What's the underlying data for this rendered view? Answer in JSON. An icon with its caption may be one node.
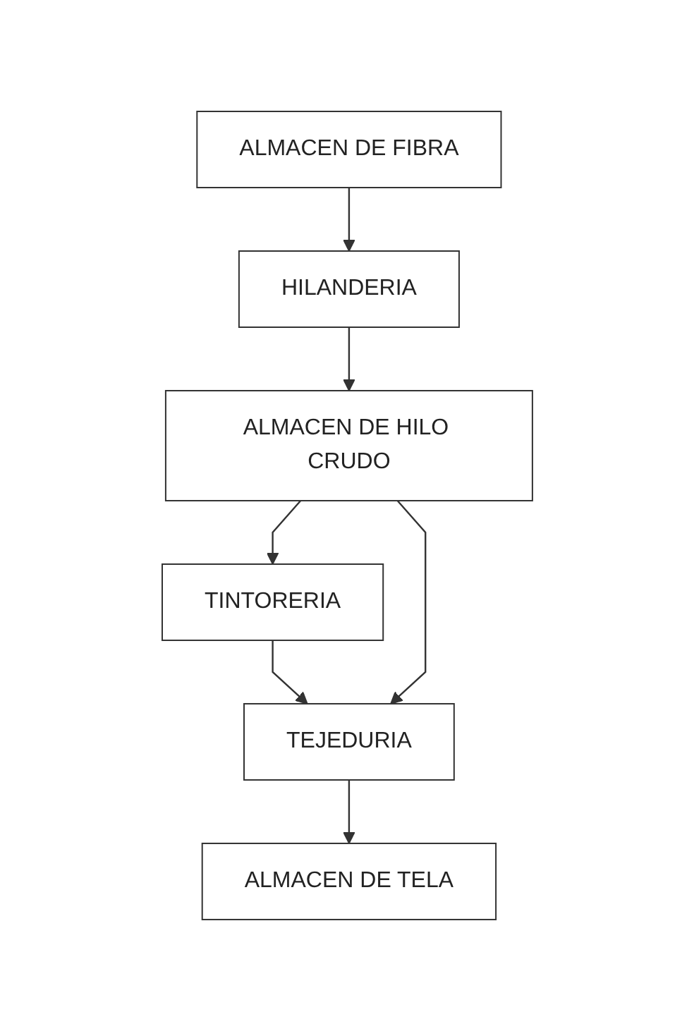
{
  "diagram": {
    "nodes": [
      {
        "text": [
          "ALMACEN DE FIBRA"
        ]
      },
      {
        "text": [
          "HILANDERIA"
        ]
      },
      {
        "text": [
          "ALMACEN DE HILO CRUDO"
        ]
      },
      {
        "text": [
          "TINTORERIA"
        ]
      },
      {
        "text": [
          "TEJEDURIA"
        ]
      },
      {
        "text": [
          "ALMACEN DE TELA"
        ]
      }
    ],
    "edges": [
      {
        "from": 0,
        "to": 1,
        "arrow": "to"
      },
      {
        "from": 1,
        "to": 2,
        "arrow": "to"
      },
      {
        "from": 2,
        "to": 3,
        "arrow": "to"
      },
      {
        "from": 3,
        "to": 4,
        "arrow": "to"
      },
      {
        "from": 2,
        "to": 4,
        "arrow": "to"
      },
      {
        "from": 4,
        "to": 5,
        "arrow": "to"
      }
    ]
  }
}
